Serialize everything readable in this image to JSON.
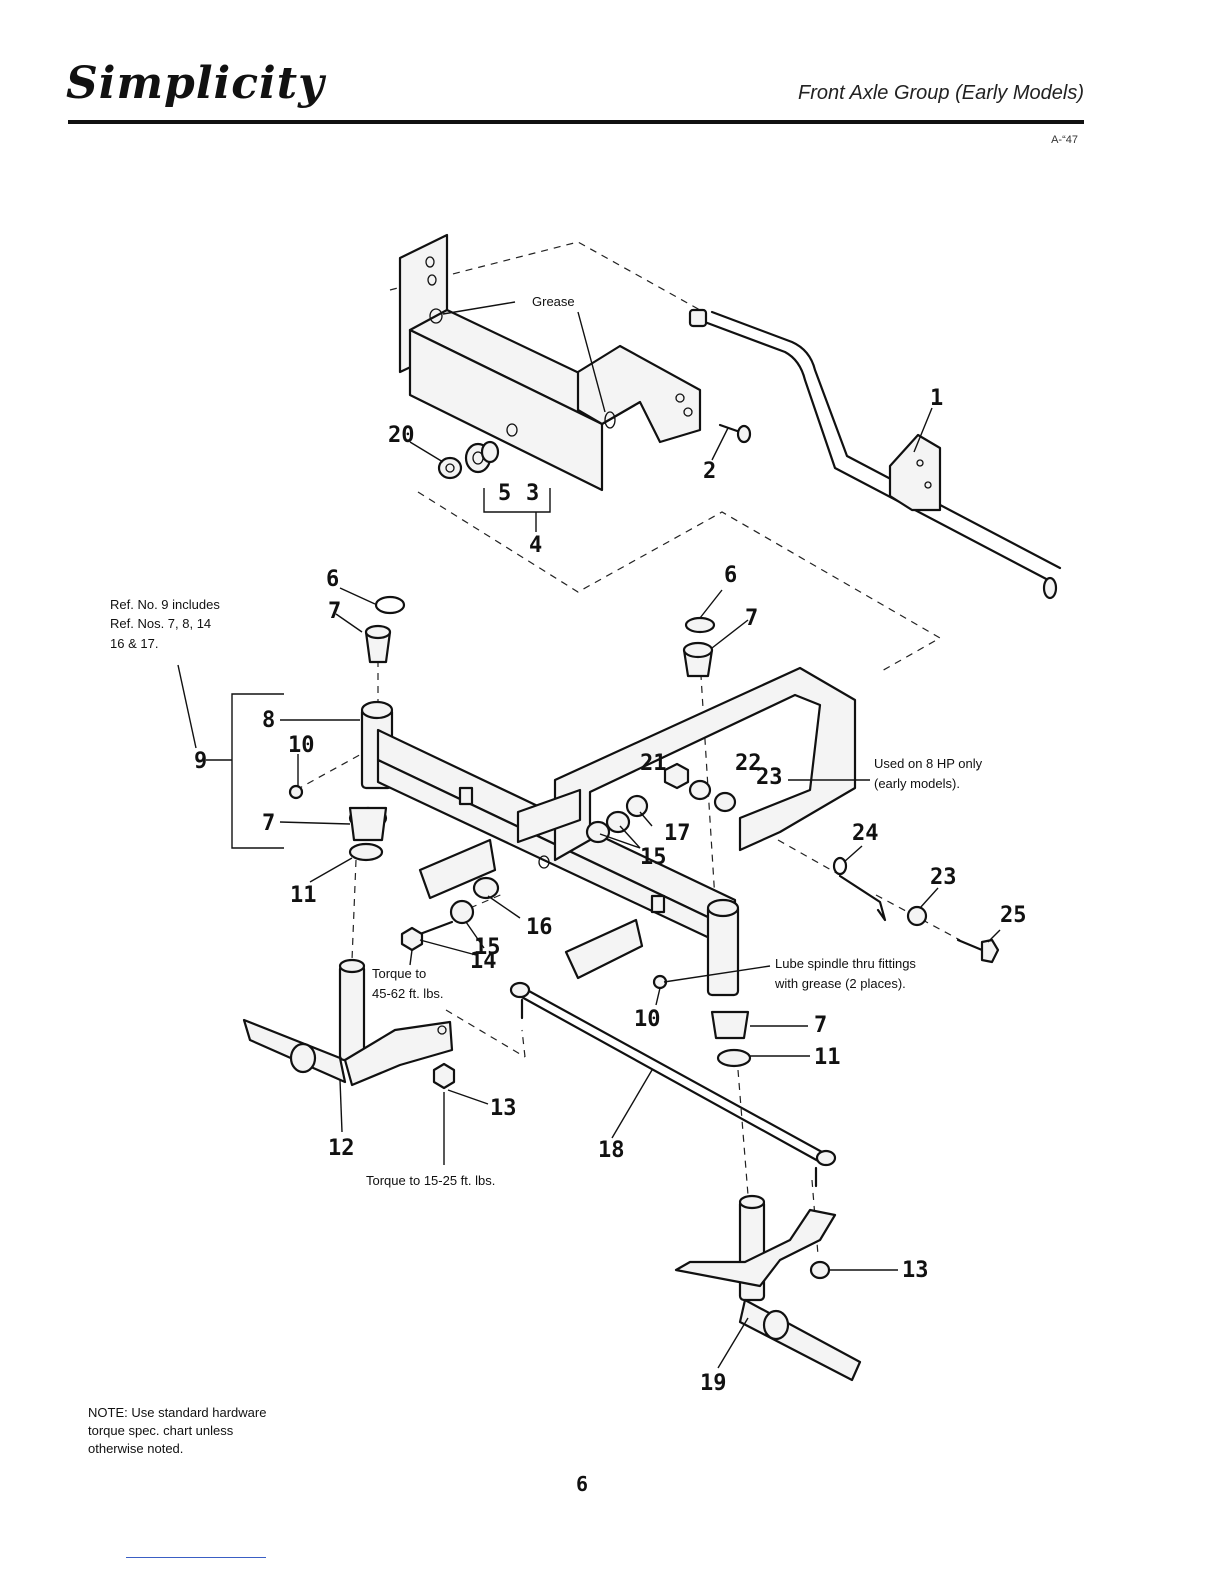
{
  "header": {
    "brand": "Simplicity",
    "title": "Front Axle Group (Early Models)",
    "code": "A-“47"
  },
  "callouts": {
    "grease": "Grease",
    "ref9": [
      "Ref. No. 9 includes",
      "Ref. Nos. 7, 8, 14",
      "16 & 17."
    ],
    "hp8": [
      "Used on 8 HP only",
      "(early models)."
    ],
    "lube": [
      "Lube spindle thru fittings",
      "with grease (2 places)."
    ],
    "torque14": [
      "Torque to",
      "45-62 ft. lbs."
    ],
    "torque13": "Torque to 15-25 ft. lbs."
  },
  "part_numbers": [
    "1",
    "2",
    "3",
    "4",
    "5",
    "20",
    "6",
    "7",
    "6",
    "7",
    "8",
    "10",
    "9",
    "7",
    "11",
    "21",
    "22",
    "23",
    "17",
    "15",
    "16",
    "15",
    "14",
    "24",
    "23",
    "25",
    "10",
    "7",
    "11",
    "13",
    "12",
    "18",
    "13",
    "19"
  ],
  "footer": {
    "note": [
      "NOTE: Use standard hardware",
      "torque spec. chart unless",
      "otherwise noted."
    ],
    "page": "6"
  }
}
